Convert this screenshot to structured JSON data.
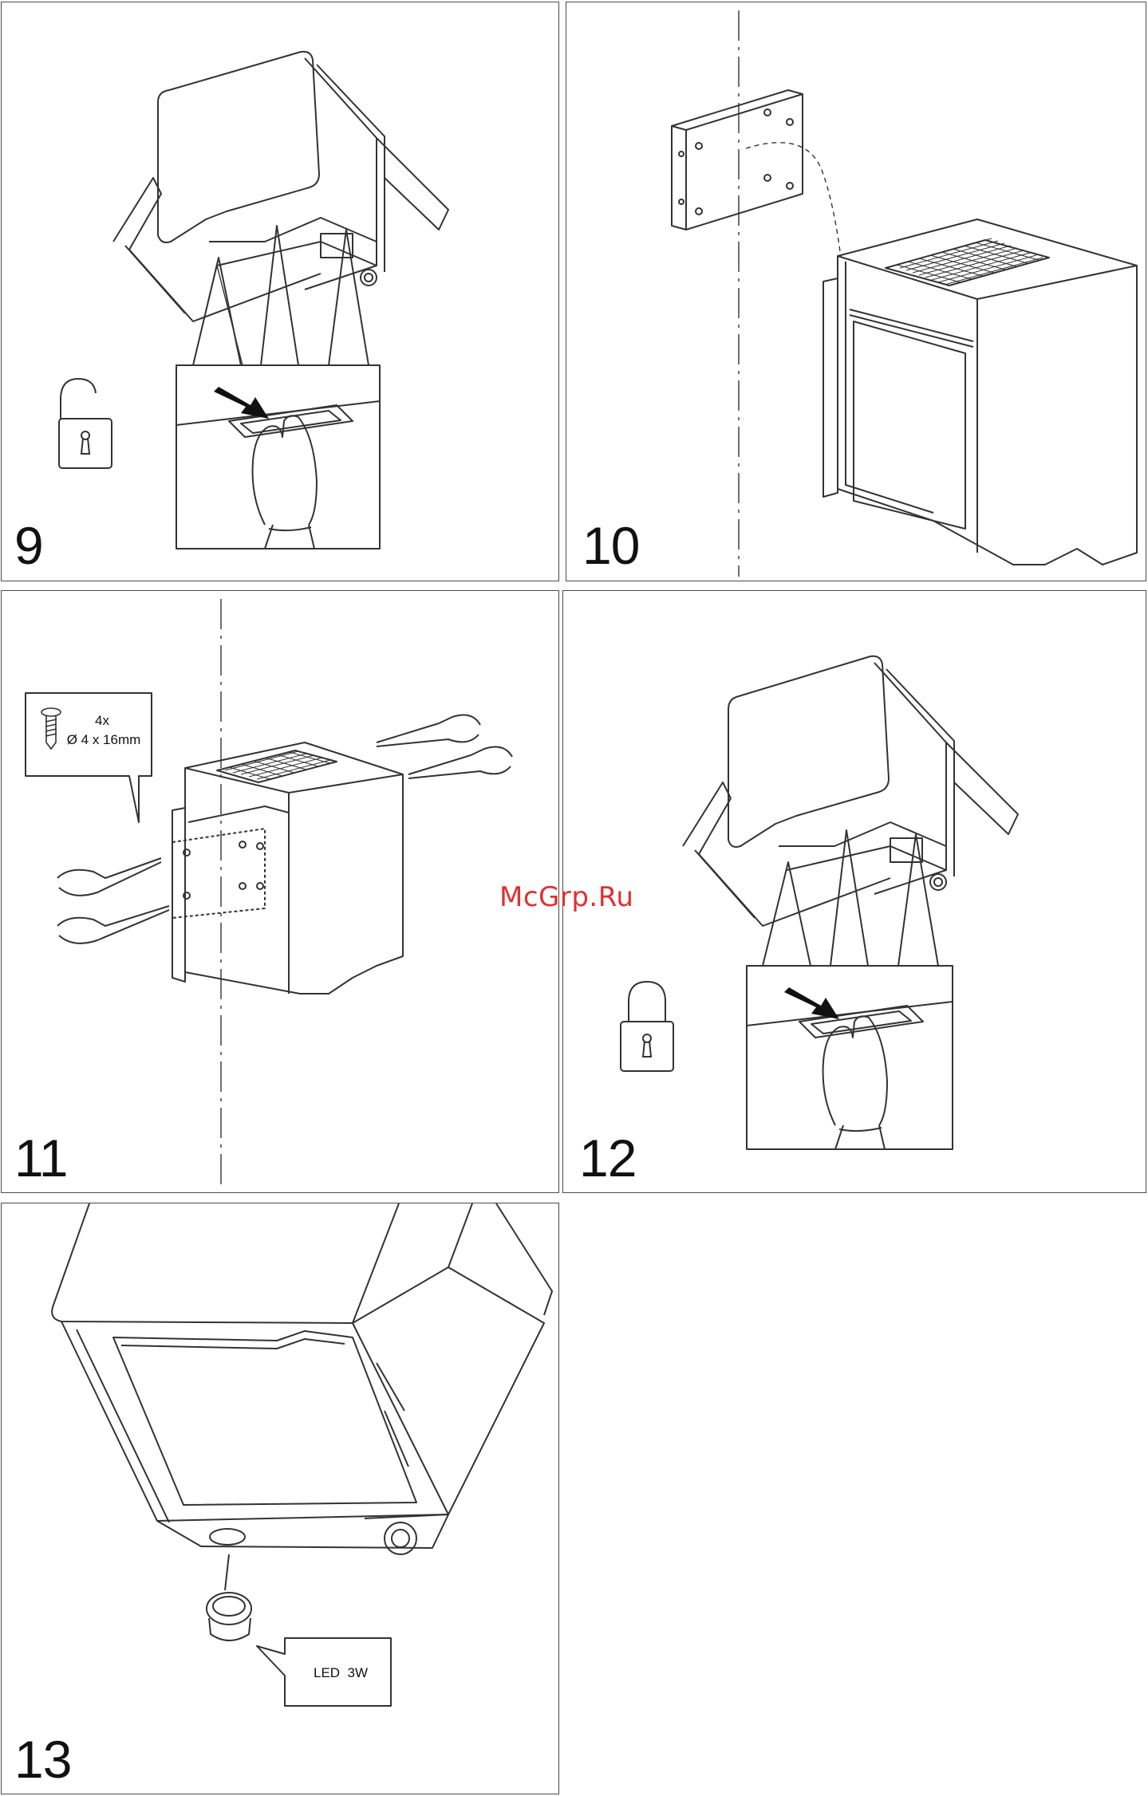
{
  "panels": [
    {
      "step": "9",
      "icon": "unlocked-padlock-icon"
    },
    {
      "step": "10"
    },
    {
      "step": "11",
      "callout": {
        "count": "4x",
        "spec": "Ø 4 x 16mm"
      },
      "icon": "screw-icon"
    },
    {
      "step": "12",
      "icon": "locked-padlock-icon"
    },
    {
      "step": "13",
      "callout": {
        "label": "LED  3W"
      }
    }
  ],
  "watermark": "McGrp.Ru",
  "colors": {
    "line": "#333333",
    "frame": "#4a4a4a",
    "watermark": "#e03030"
  }
}
